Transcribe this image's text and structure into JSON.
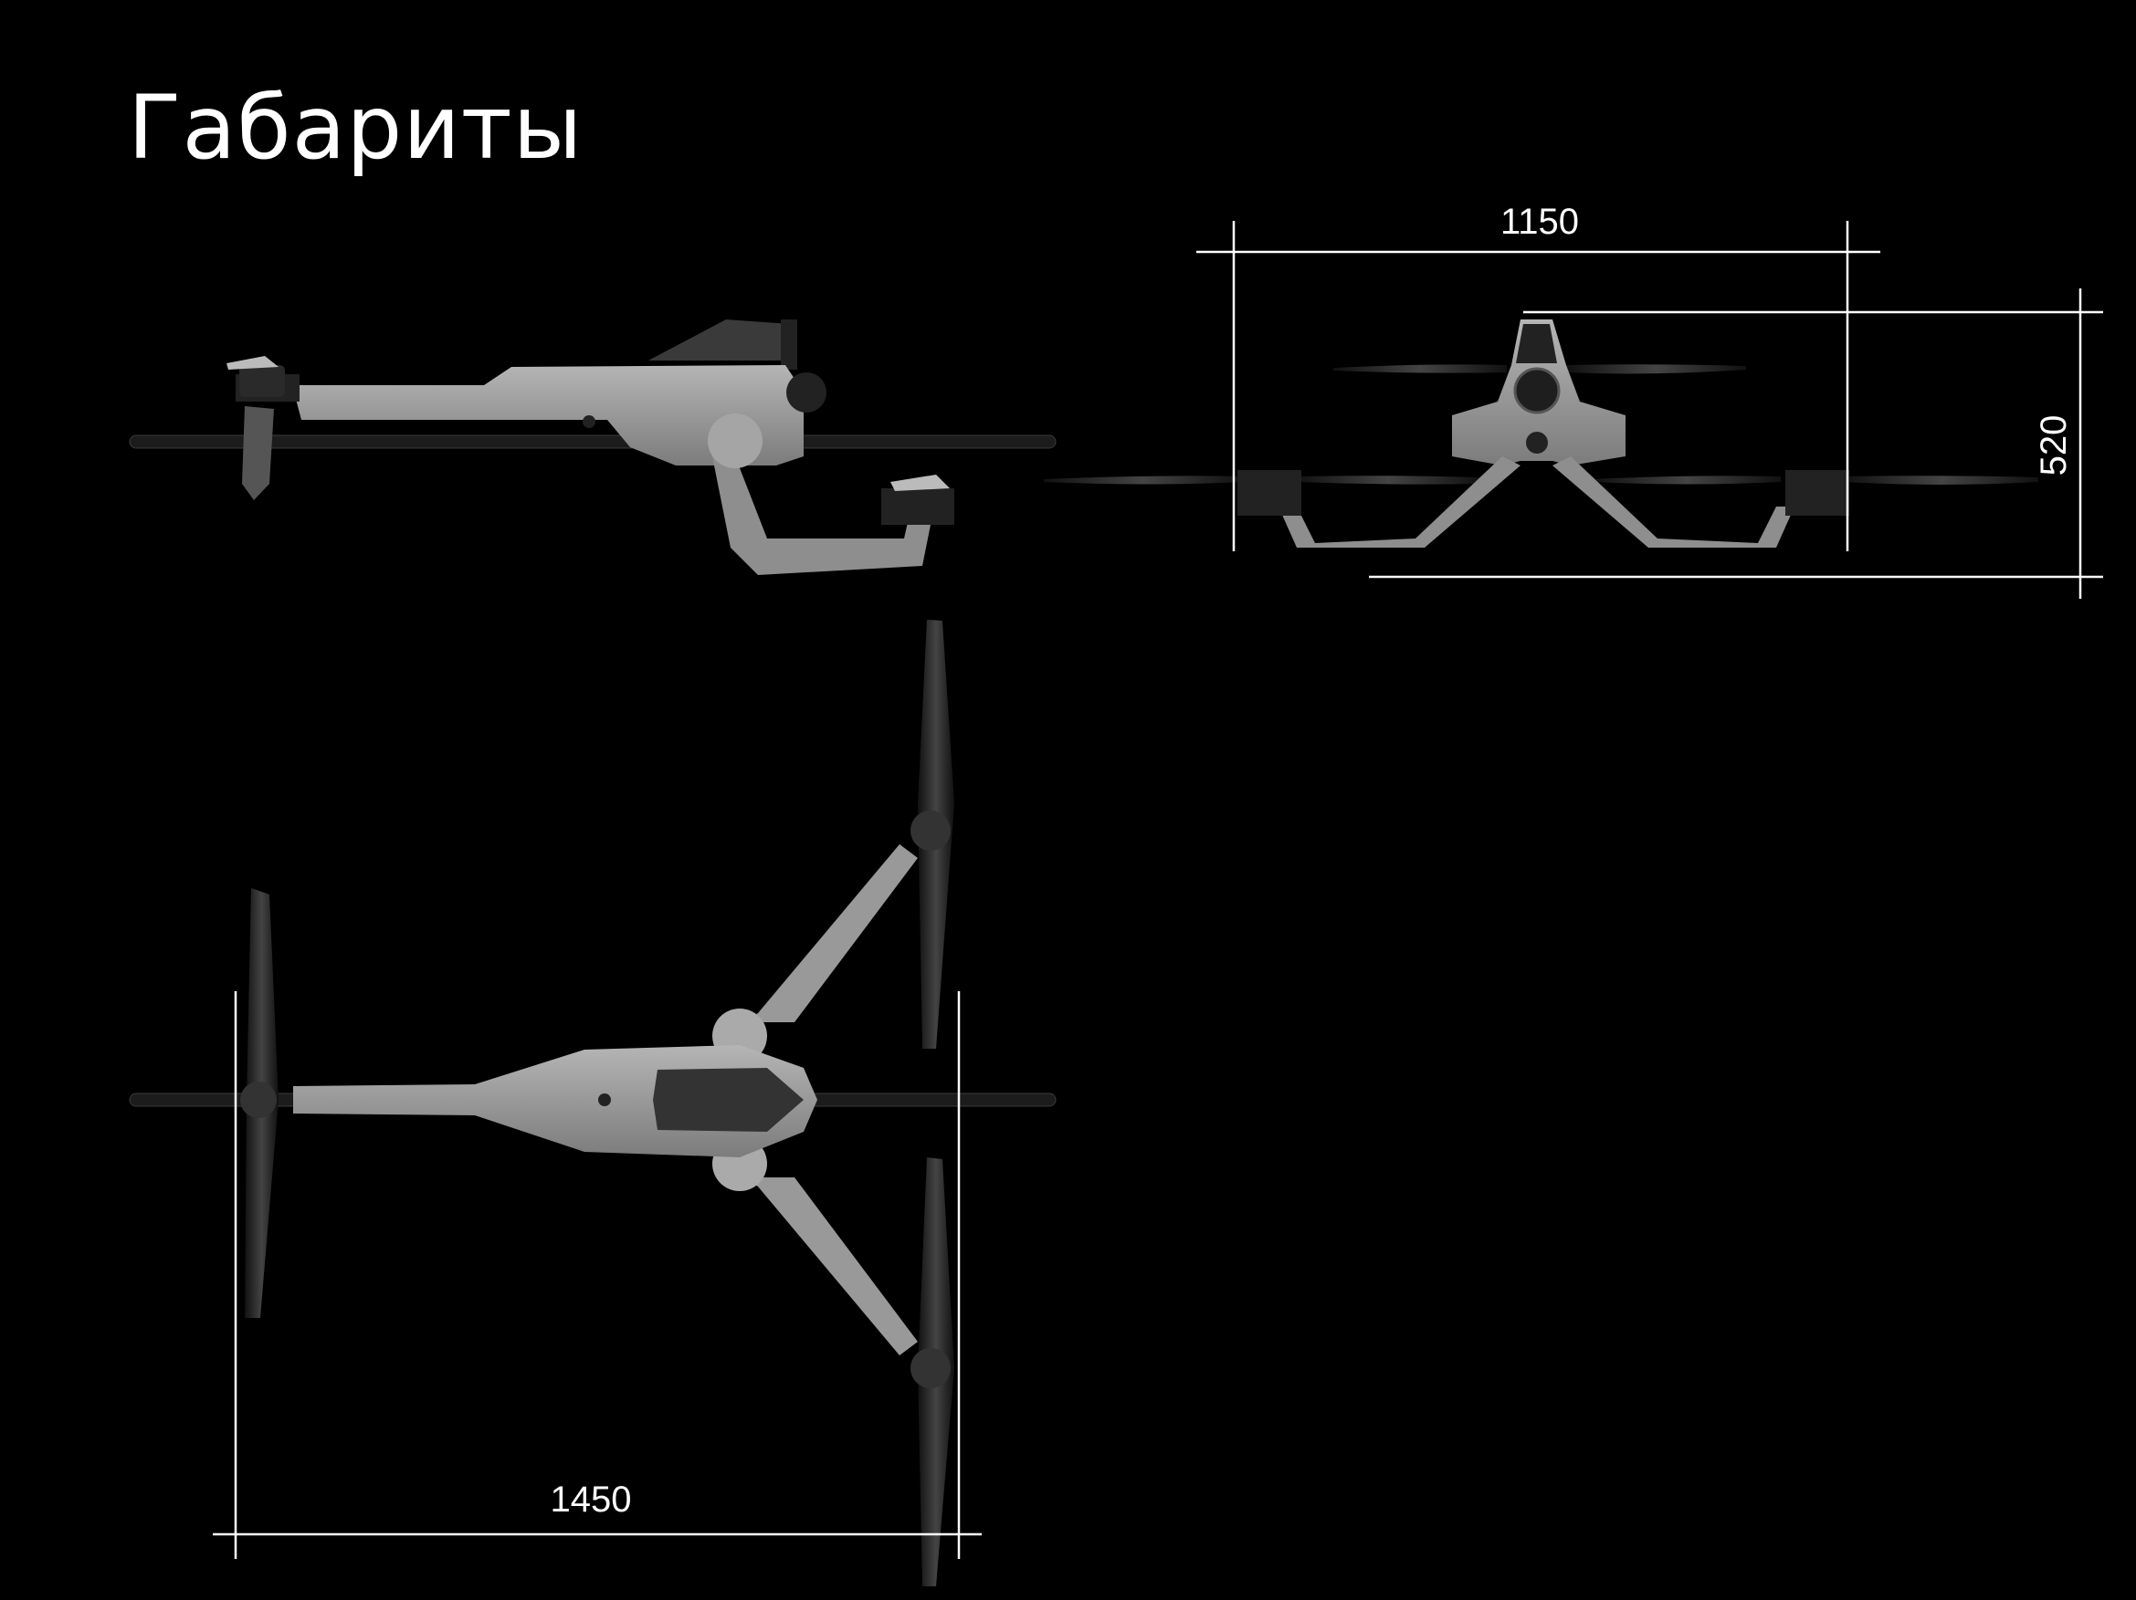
{
  "title": "Габариты",
  "dimensions": {
    "front_width": "1150",
    "front_height": "520",
    "top_length": "1450"
  },
  "colors": {
    "background": "#000000",
    "body": "#9a9a9a",
    "dark": "#2a2a2a",
    "lines": "#ffffff"
  }
}
